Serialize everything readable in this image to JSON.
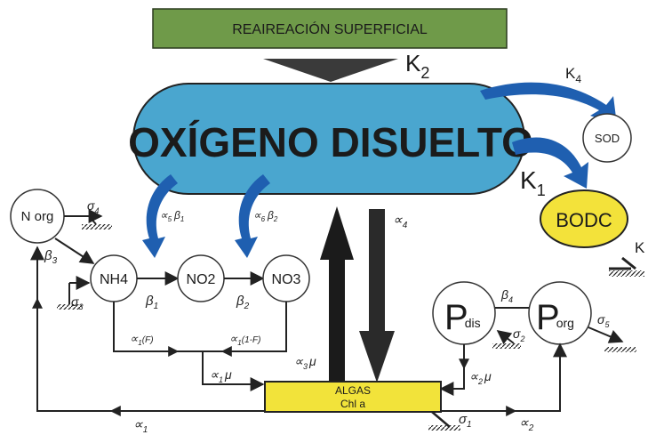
{
  "banner": "REAIREACIÓN SUPERFICIAL",
  "main_node": "OXÍGENO DISUELTO",
  "nodes": {
    "sod": "SOD",
    "bodc": "BODC",
    "norg": "N org",
    "nh4": "NH4",
    "no2": "NO2",
    "no3": "NO3",
    "pdis_big": "P",
    "pdis_sub": "dis",
    "porg_big": "P",
    "porg_sub": "org",
    "algas_1": "ALGAS",
    "algas_2": "Chl a"
  },
  "rates": {
    "k2_main": "K",
    "k2_sub": "2",
    "k4_main": "K",
    "k4_sub": "4",
    "k1_main": "K",
    "k1_sub": "1",
    "k_right": "K",
    "a5b1_main": "∝",
    "a5b1_sub": "5",
    "a5b1_beta": "β",
    "a5b1_beta_sub": "1",
    "a6b2_main": "∝",
    "a6b2_sub": "6",
    "a6b2_beta": "β",
    "a6b2_beta_sub": "2",
    "a4_main": "∝",
    "a4_sub": "4",
    "b1_main": "β",
    "b1_sub": "1",
    "b2_main": "β",
    "b2_sub": "2",
    "b3_main": "β",
    "b3_sub": "3",
    "b4_main": "β",
    "b4_sub": "4",
    "s3_main": "σ",
    "s3_sub": "3",
    "s4_main": "σ",
    "s4_sub": "4",
    "s2_main": "σ",
    "s2_sub": "2",
    "s5_main": "σ",
    "s5_sub": "5",
    "s1_main": "σ",
    "s1_sub": "1",
    "a1f_main": "∝",
    "a1f_sub": "1",
    "a1f_tail": "(F)",
    "a11f_main": "∝",
    "a11f_sub": "1",
    "a11f_tail": "(1-F)",
    "a1mu_main": "∝",
    "a1mu_sub": "1",
    "a1mu_mu": "μ",
    "a3mu_main": "∝",
    "a3mu_sub": "3",
    "a3mu_mu": "μ",
    "a2mu_main": "∝",
    "a2mu_sub": "2",
    "a2mu_mu": "μ",
    "a1b_main": "∝",
    "a1b_sub": "1",
    "a2b_main": "∝",
    "a2b_sub": "2"
  },
  "colors": {
    "banner_fill": "#6f9a49",
    "oxygen_fill": "#4aa6cf",
    "bodc_fill": "#f3e23a",
    "algas_fill": "#f2e33a",
    "arrow_blue": "#1f5fb0"
  }
}
